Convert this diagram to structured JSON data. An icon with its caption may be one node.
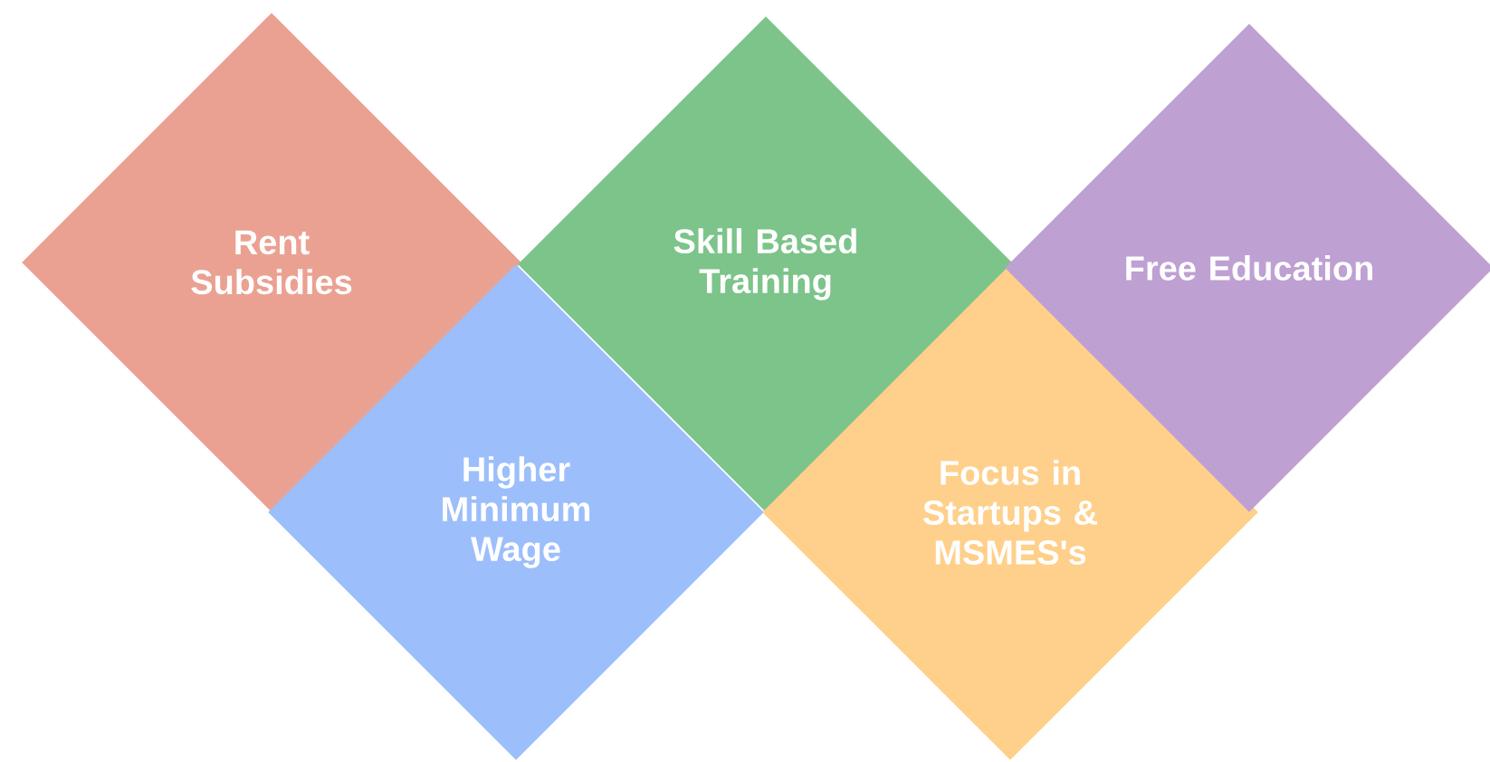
{
  "diagram": {
    "nodes": [
      {
        "text": [
          "Rent Subsidies"
        ]
      },
      {
        "text": [
          "Higher Minimum Wage"
        ]
      },
      {
        "text": [
          "Skill Based Training"
        ]
      },
      {
        "text": [
          "Focus in Startups & MSMES's"
        ]
      },
      {
        "text": [
          "Free Education"
        ]
      }
    ]
  }
}
